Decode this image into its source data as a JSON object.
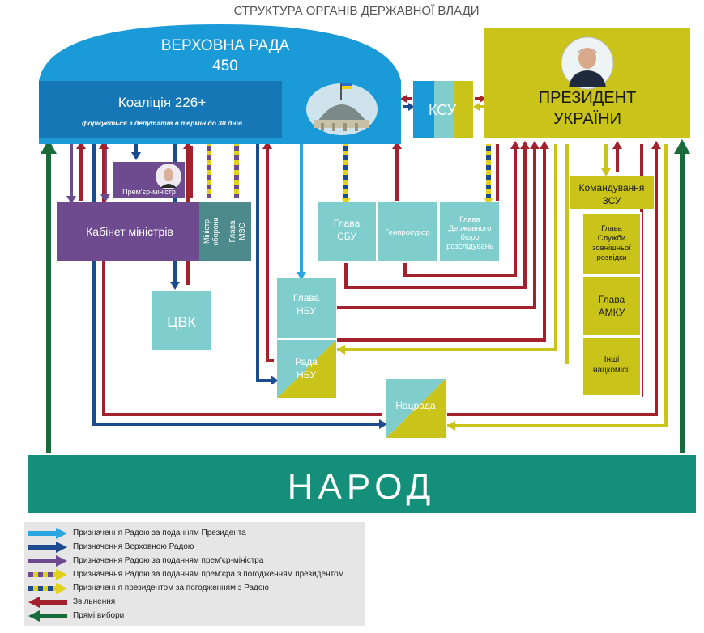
{
  "title": "СТРУКТУРА ОРГАНІВ ДЕРЖАВНОЇ ВЛАДИ",
  "colors": {
    "rada": "#1a9ad6",
    "coalition": "#1577b5",
    "president": "#c9c31a",
    "cabinet": "#6e4a8e",
    "teal": "#7fcdcd",
    "narod": "#14907a",
    "red": "#a3212c",
    "darkblue": "#1d4b8f",
    "lightblue": "#2aa7e0",
    "green": "#1a6b3c"
  },
  "nodes": {
    "rada": {
      "title": "ВЕРХОВНА РАДА",
      "seats": "450"
    },
    "coalition": {
      "label": "Коаліція 226+",
      "note": "формується з депутатів в термін до 30 днів"
    },
    "ksu": {
      "label": "КСУ"
    },
    "president": {
      "line1": "ПРЕЗИДЕНТ",
      "line2": "УКРАЇНИ"
    },
    "pm": {
      "label": "Прем'єр-міністр"
    },
    "cabinet": {
      "label": "Кабінет міністрів"
    },
    "defense": {
      "line1": "Міністр",
      "line2": "оборони"
    },
    "mfa": {
      "line1": "Глава",
      "line2": "МЗС"
    },
    "cvk": {
      "label": "ЦВК"
    },
    "sbu": {
      "line1": "Глава",
      "line2": "СБУ"
    },
    "genprok": {
      "label": "Генпрокурор"
    },
    "dbr": {
      "line1": "Глава",
      "line2": "Державного",
      "line3": "бюро",
      "line4": "розслідувань"
    },
    "nbu_head": {
      "line1": "Глава",
      "line2": "НБУ"
    },
    "nbu_council": {
      "line1": "Рада",
      "line2": "НБУ"
    },
    "natsrada": {
      "label": "Нацрада"
    },
    "zsu": {
      "line1": "Командування",
      "line2": "ЗСУ"
    },
    "szr": {
      "line1": "Глава",
      "line2": "Служби",
      "line3": "зовнішньої",
      "line4": "розвідки"
    },
    "amku": {
      "line1": "Глава",
      "line2": "АМКУ"
    },
    "commissions": {
      "line1": "Інші",
      "line2": "нацкомісії"
    },
    "narod": {
      "label": "НАРОД"
    }
  },
  "legend": [
    {
      "label": "Призначення Радою за поданням Президента",
      "style": "lightblue"
    },
    {
      "label": "Призначення Верховною Радою",
      "style": "darkblue"
    },
    {
      "label": "Призначення Радою за поданням прем'єр-міністра",
      "style": "purple"
    },
    {
      "label": "Призначення Радою за поданням прем'єра з погодженням президентом",
      "style": "purple-yellow"
    },
    {
      "label": "Призначення президентом за погодженням з Радою",
      "style": "blue-yellow"
    },
    {
      "label": "Звільнення",
      "style": "red"
    },
    {
      "label": "Прямі вибори",
      "style": "green"
    }
  ]
}
